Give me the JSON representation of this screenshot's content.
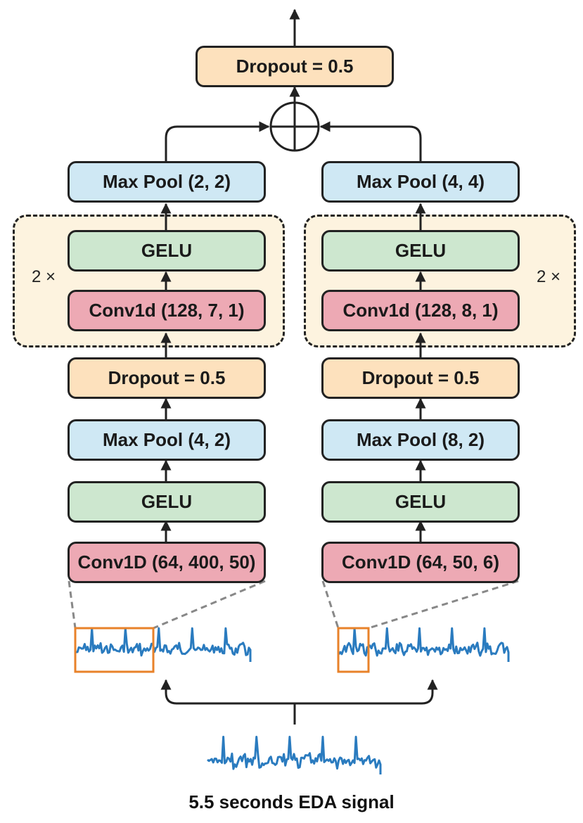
{
  "diagram": {
    "top_dropout": "Dropout = 0.5",
    "left": {
      "pool2": "Max Pool (2, 2)",
      "repeat": "2 ×",
      "gelu2": "GELU",
      "conv2": "Conv1d (128, 7, 1)",
      "dropout": "Dropout = 0.5",
      "pool1": "Max Pool (4, 2)",
      "gelu1": "GELU",
      "conv1": "Conv1D (64, 400, 50)"
    },
    "right": {
      "pool2": "Max Pool (4, 4)",
      "repeat": "2 ×",
      "gelu2": "GELU",
      "conv2": "Conv1d (128, 8, 1)",
      "dropout": "Dropout = 0.5",
      "pool1": "Max Pool (8, 2)",
      "gelu1": "GELU",
      "conv1": "Conv1D (64, 50, 6)"
    },
    "caption": "5.5 seconds EDA signal"
  },
  "colors": {
    "dropout": "#fde1bd",
    "pool": "#cfe8f4",
    "gelu": "#cde7cf",
    "conv": "#eda9b4",
    "group_bg": "#fdf3df",
    "signal": "#2a7bbf",
    "window": "#e8822a"
  }
}
